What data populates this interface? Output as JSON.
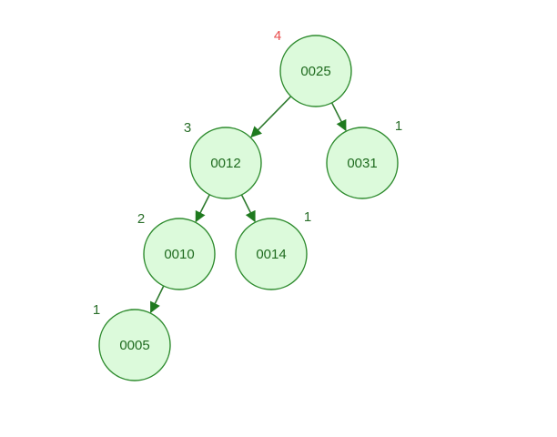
{
  "tree": {
    "nodes": [
      {
        "id": "n25",
        "label": "0025",
        "height": "4",
        "highlight": true
      },
      {
        "id": "n12",
        "label": "0012",
        "height": "3",
        "highlight": false
      },
      {
        "id": "n31",
        "label": "0031",
        "height": "1",
        "highlight": false
      },
      {
        "id": "n10",
        "label": "0010",
        "height": "2",
        "highlight": false
      },
      {
        "id": "n14",
        "label": "0014",
        "height": "1",
        "highlight": false
      },
      {
        "id": "n05",
        "label": "0005",
        "height": "1",
        "highlight": false
      }
    ],
    "edges": [
      {
        "from": "n25",
        "to": "n12"
      },
      {
        "from": "n25",
        "to": "n31"
      },
      {
        "from": "n12",
        "to": "n10"
      },
      {
        "from": "n12",
        "to": "n14"
      },
      {
        "from": "n10",
        "to": "n05"
      }
    ]
  },
  "colors": {
    "node_fill": "#dcfadb",
    "node_stroke": "#2e8b2e",
    "edge": "#2e7a2e",
    "height_label": "#2a6f2a",
    "height_highlight": "#e84b4b"
  }
}
